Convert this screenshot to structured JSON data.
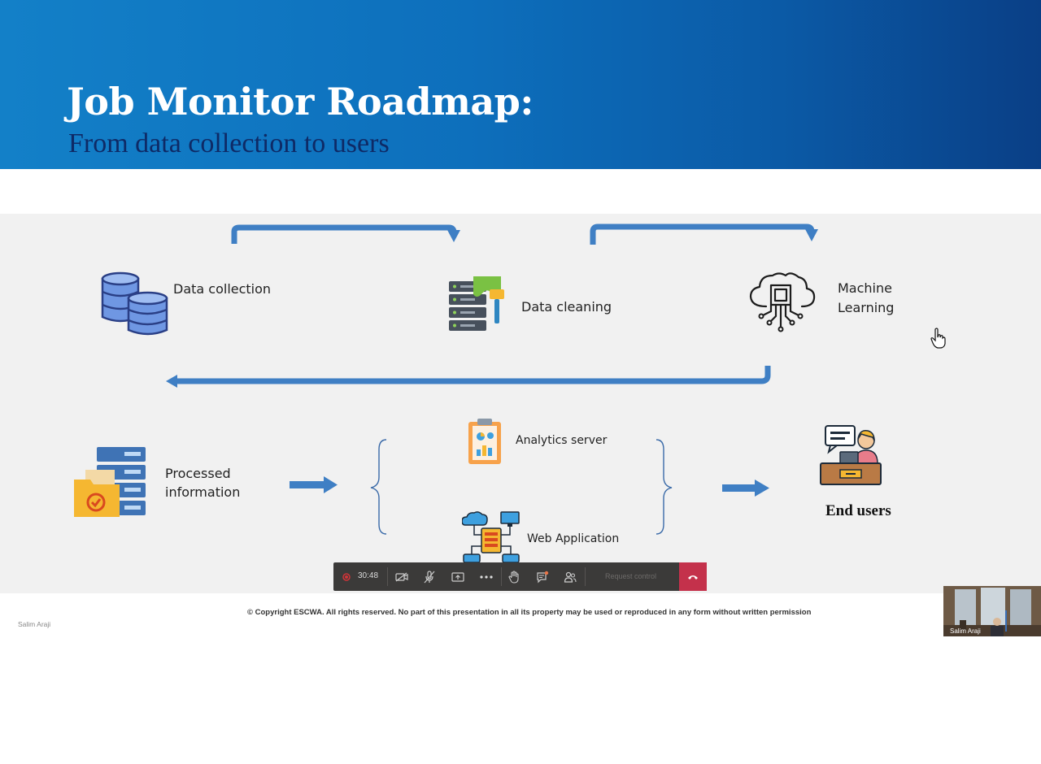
{
  "slide": {
    "title": "Job Monitor Roadmap:",
    "subtitle": "From data collection to users",
    "steps": {
      "data_collection": "Data collection",
      "data_cleaning": "Data cleaning",
      "machine_learning_1": "Machine",
      "machine_learning_2": "Learning",
      "processed_1": "Processed",
      "processed_2": "information",
      "analytics_server": "Analytics server",
      "web_application": "Web Application",
      "end_users": "End users"
    },
    "copyright": "© Copyright ESCWA. All rights reserved. No part of this presentation in all its property may be used or reproduced in any form without written permission",
    "presenter": "Salim Araji"
  },
  "meeting_toolbar": {
    "timer": "30:48",
    "request_control": "Request control",
    "icons": [
      "record-indicator-icon",
      "camera-off-icon",
      "mic-off-icon",
      "share-screen-icon",
      "more-options-icon",
      "raise-hand-icon",
      "chat-icon",
      "participants-icon",
      "hang-up-icon"
    ],
    "hangup_color": "#c4314b"
  },
  "participant": {
    "name": "Salim Araji"
  },
  "colors": {
    "arrow": "#3f7fc4",
    "banner_dark": "#0a3f86",
    "banner_light": "#1380c8"
  }
}
